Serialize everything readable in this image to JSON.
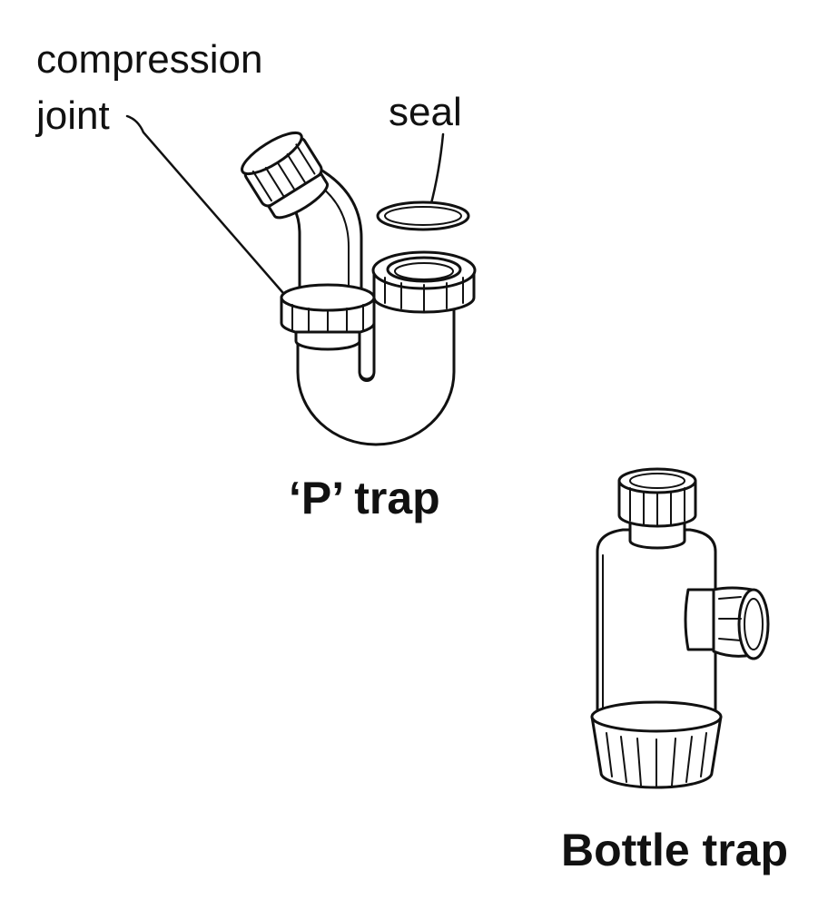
{
  "labels": {
    "compression_line1": "compression",
    "compression_line2": "joint",
    "seal": "seal"
  },
  "captions": {
    "p_trap": "‘P’ trap",
    "bottle_trap": "Bottle trap"
  },
  "colors": {
    "line": "#111111",
    "background": "#ffffff"
  }
}
